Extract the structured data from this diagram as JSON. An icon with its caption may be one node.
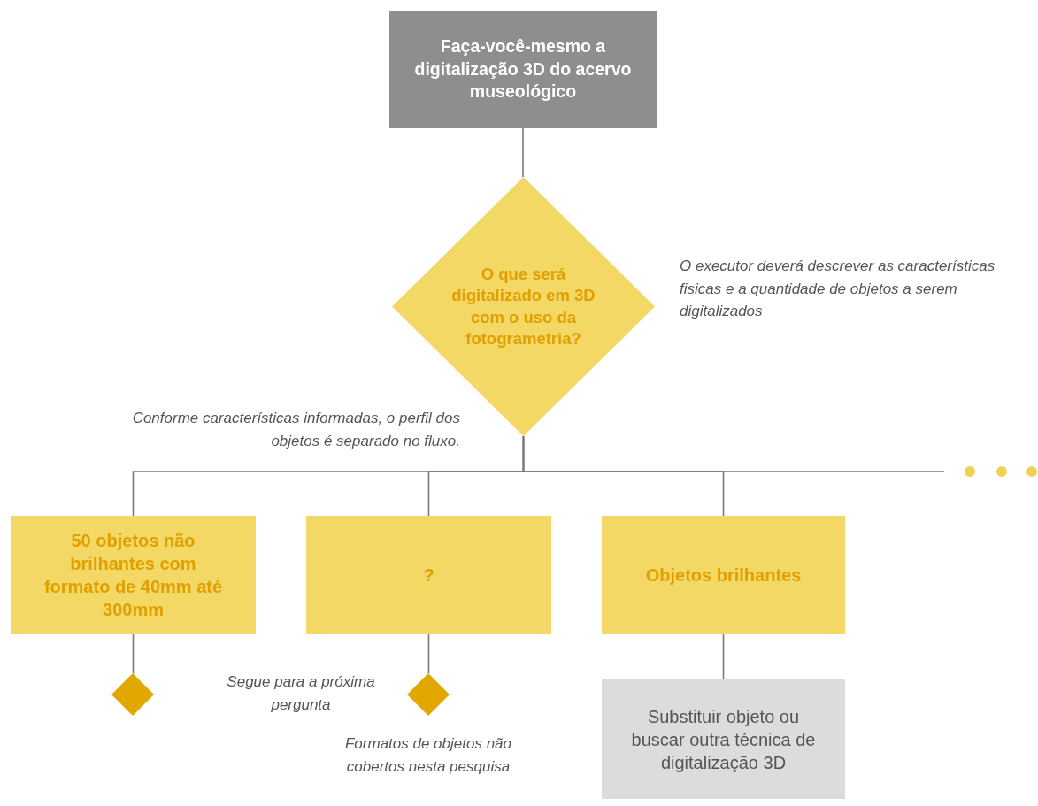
{
  "diagram": {
    "nodes": [
      {
        "text": [
          "Faça-você-mesmo a digitalização 3D do acervo museológico"
        ]
      },
      {
        "text": [
          "O que será digitalizado em 3D com o uso da fotogrametria?"
        ],
        "beside": [
          "O executor deverá descrever as características fisicas e a quantidade de objetos a serem digitalizados"
        ]
      },
      {
        "text": [
          "50 objetos não brilhantes com formato de 40mm até 300mm"
        ]
      },
      {
        "text": [
          "?"
        ]
      },
      {
        "text": [
          "Objetos brilhantes"
        ]
      },
      {
        "text": [],
        "shape": "diamond"
      },
      {
        "text": [],
        "shape": "diamond",
        "beside": [
          "Formatos de objetos não cobertos nesta pesquisa"
        ]
      },
      {
        "text": [
          "Substituir objeto ou buscar outra técnica de digitalização 3D"
        ]
      }
    ],
    "edges": [
      {
        "from": 0,
        "to": 1,
        "arrow": "none"
      },
      {
        "from": 1,
        "to": 2,
        "arrow": "none"
      },
      {
        "from": 1,
        "to": 3,
        "arrow": "none"
      },
      {
        "from": 1,
        "to": 4,
        "arrow": "none"
      },
      {
        "from": 1,
        "to": null,
        "arrow": "none"
      },
      {
        "from": 2,
        "to": 5,
        "arrow": "none"
      },
      {
        "from": 3,
        "to": 6,
        "arrow": "none"
      },
      {
        "from": 4,
        "to": 7,
        "arrow": "none"
      }
    ],
    "labels": [
      "Conforme características informadas, o perfil dos objetos é separado no fluxo.",
      "Segue para a próxima pergunta"
    ]
  }
}
